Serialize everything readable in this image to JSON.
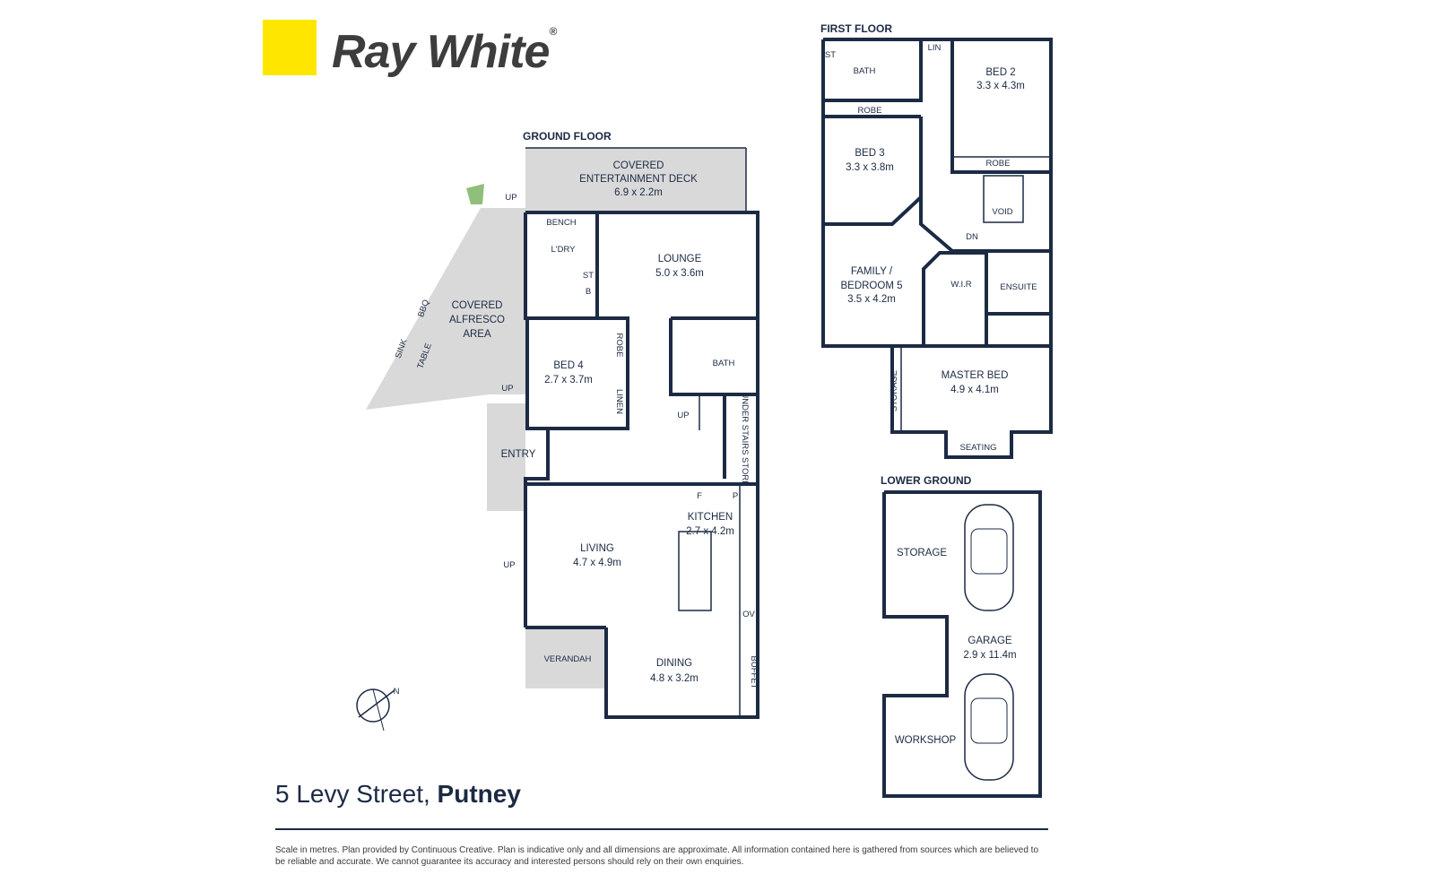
{
  "brand": {
    "name": "Ray White",
    "mark": "®",
    "color": "#ffe600"
  },
  "headings": {
    "ground": "GROUND FLOOR",
    "first": "FIRST FLOOR",
    "lower": "LOWER GROUND"
  },
  "ground": {
    "deck": {
      "name": "COVERED\nENTERTAINMENT DECK",
      "size": "6.9 x 2.2m"
    },
    "alfresco": {
      "name": "COVERED\nALFRESCO\nAREA"
    },
    "lounge": {
      "name": "LOUNGE",
      "size": "5.0 x 3.6m"
    },
    "bed4": {
      "name": "BED 4",
      "size": "2.7 x 3.7m"
    },
    "bath": "BATH",
    "laundry": "L'DRY",
    "bench": "BENCH",
    "entry": "ENTRY",
    "living": {
      "name": "LIVING",
      "size": "4.7 x 4.9m"
    },
    "kitchen": {
      "name": "KITCHEN",
      "size": "2.7 x 4.2m"
    },
    "dining": {
      "name": "DINING",
      "size": "4.8 x 3.2m"
    },
    "verandah": "VERANDAH",
    "robe": "ROBE",
    "linen": "LINEN",
    "under_stairs": "UNDER STAIRS\nSTORE",
    "buffet": "BUFFET",
    "small": {
      "st": "ST",
      "b": "B",
      "f": "F",
      "p": "P",
      "ov": "OV",
      "up": "UP",
      "bbq": "BBQ",
      "sink": "SINK",
      "table": "TABLE"
    }
  },
  "first": {
    "bed2": {
      "name": "BED 2",
      "size": "3.3 x 4.3m"
    },
    "bed3": {
      "name": "BED 3",
      "size": "3.3 x 3.8m"
    },
    "family": {
      "name": "FAMILY /\nBEDROOM 5",
      "size": "3.5 x 4.2m"
    },
    "master": {
      "name": "MASTER BED",
      "size": "4.9 x 4.1m"
    },
    "bath": "BATH",
    "lin": "LIN",
    "robe": "ROBE",
    "void": "VOID",
    "dn": "DN",
    "wir": "W.I.R",
    "ensuite": "ENSUITE",
    "storage": "STORAGE",
    "seating": "SEATING",
    "st": "ST"
  },
  "lower": {
    "storage": "STORAGE",
    "garage": {
      "name": "GARAGE",
      "size": "2.9 x 11.4m"
    },
    "workshop": "WORKSHOP"
  },
  "compass": "N",
  "address": {
    "street": "5 Levy Street, ",
    "suburb": "Putney"
  },
  "disclaimer": "Scale in metres. Plan provided by Continuous Creative. Plan is indicative only and all dimensions are approximate. All information contained here is gathered from sources which are believed to be reliable and accurate. We cannot guarantee its accuracy and interested persons should rely on their own enquiries."
}
